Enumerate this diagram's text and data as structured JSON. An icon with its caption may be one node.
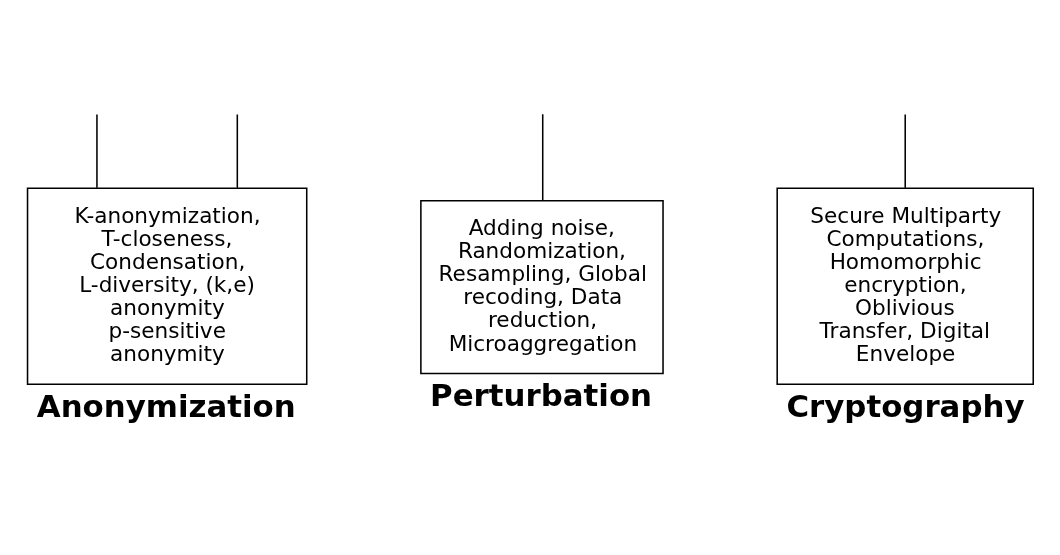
{
  "diagram": {
    "nodes": [
      {
        "text": [
          "K-anonymization, T-closeness, Condensation, L-diversity, (k,e) anonymity p-sensitive anonymity",
          "Anonymization"
        ]
      },
      {
        "text": [
          "Adding noise, Randomization, Resampling, Global recoding, Data reduction, Microaggregation",
          "Perturbation"
        ]
      },
      {
        "text": [
          "Secure Multiparty Computations, Homomorphic encryption, Oblivious Transfer, Digital Envelope",
          "Cryptography"
        ]
      }
    ],
    "edges": [
      {
        "from": null,
        "to": 0,
        "arrow": "none"
      },
      {
        "from": null,
        "to": 0,
        "arrow": "none"
      },
      {
        "from": null,
        "to": 1,
        "arrow": "none"
      },
      {
        "from": null,
        "to": 2,
        "arrow": "none"
      }
    ]
  }
}
